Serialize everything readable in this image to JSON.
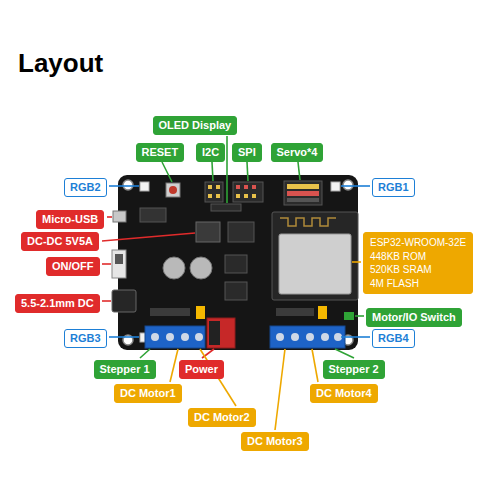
{
  "diagram": {
    "title": "Layout",
    "nodes": [
      {
        "text": [
          "OLED Display"
        ]
      },
      {
        "text": [
          "RESET"
        ]
      },
      {
        "text": [
          "I2C"
        ]
      },
      {
        "text": [
          "SPI"
        ]
      },
      {
        "text": [
          "Servo*4"
        ]
      },
      {
        "text": [
          "RGB2"
        ]
      },
      {
        "text": [
          "RGB1"
        ]
      },
      {
        "text": [
          "Micro-USB"
        ]
      },
      {
        "text": [
          "DC-DC 5V5A"
        ]
      },
      {
        "text": [
          "ESP32-WROOM-32E",
          "448KB ROM",
          "520KB SRAM",
          "4M FLASH"
        ]
      },
      {
        "text": [
          "ON/OFF"
        ]
      },
      {
        "text": [
          "5.5-2.1mm DC"
        ]
      },
      {
        "text": [
          "Motor/IO Switch"
        ]
      },
      {
        "text": [
          "RGB3"
        ]
      },
      {
        "text": [
          "RGB4"
        ]
      },
      {
        "text": [
          "Stepper 1"
        ]
      },
      {
        "text": [
          "Power"
        ]
      },
      {
        "text": [
          "Stepper 2"
        ]
      },
      {
        "text": [
          "DC Motor1"
        ]
      },
      {
        "text": [
          "DC Motor4"
        ]
      },
      {
        "text": [
          "DC Motor2"
        ]
      },
      {
        "text": [
          "DC Motor3"
        ]
      }
    ]
  }
}
